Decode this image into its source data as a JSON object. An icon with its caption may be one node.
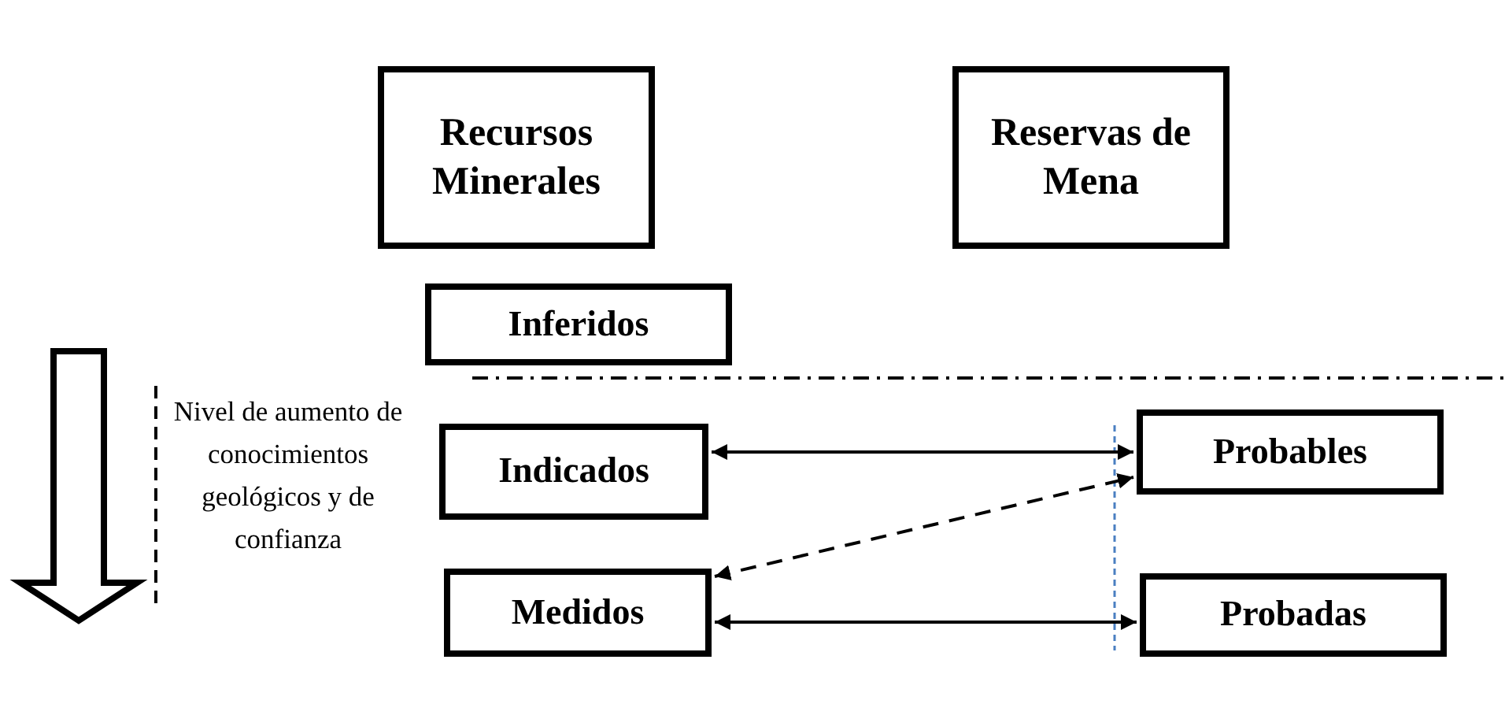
{
  "diagram": {
    "nodes": [
      {
        "text": [
          "Recursos Minerales"
        ]
      },
      {
        "text": [
          "Reservas de Mena"
        ]
      },
      {
        "text": [
          "Inferidos"
        ]
      },
      {
        "text": [
          "Indicados"
        ]
      },
      {
        "text": [
          "Probables"
        ]
      },
      {
        "text": [
          "Medidos"
        ]
      },
      {
        "text": [
          "Probadas"
        ]
      }
    ],
    "edges": [
      {
        "from": 3,
        "to": 4,
        "arrow": "both"
      },
      {
        "from": 5,
        "to": 4,
        "arrow": "both",
        "style": "dashed"
      },
      {
        "from": 5,
        "to": 6,
        "arrow": "both"
      }
    ],
    "labels": [
      "Nivel de aumento de conocimientos geológicos y de confianza"
    ]
  }
}
